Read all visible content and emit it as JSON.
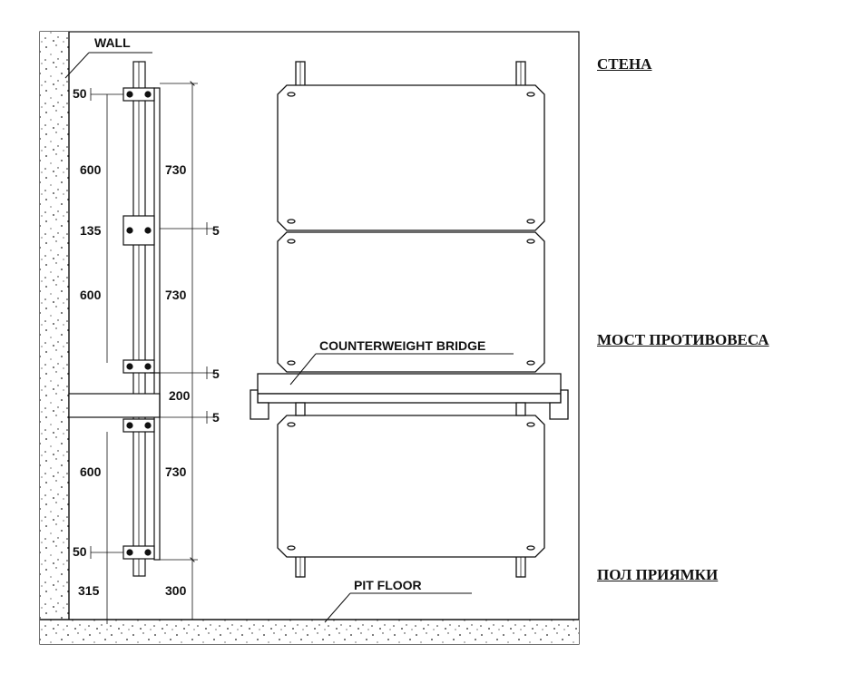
{
  "callouts": {
    "wall": "WALL",
    "counterweight_bridge": "COUNTERWEIGHT BRIDGE",
    "pit_floor": "PIT FLOOR"
  },
  "right_labels": {
    "wall_ru": "СТЕНА",
    "bridge_ru": "МОСТ ПРОТИВОВЕСА",
    "pit_floor_ru": "ПОЛ ПРИЯМКИ"
  },
  "dimensions": {
    "top_bolt": "50",
    "upper_span": "600",
    "upper_total": "730",
    "mid_bracket": "135",
    "mid_gap": "5",
    "middle_span": "600",
    "middle_total": "730",
    "bridge_gap_top": "5",
    "bridge_height": "200",
    "bridge_gap_bottom": "5",
    "lower_span": "600",
    "lower_total": "730",
    "bottom_bolt": "50",
    "floor_left": "315",
    "floor_right": "300"
  }
}
